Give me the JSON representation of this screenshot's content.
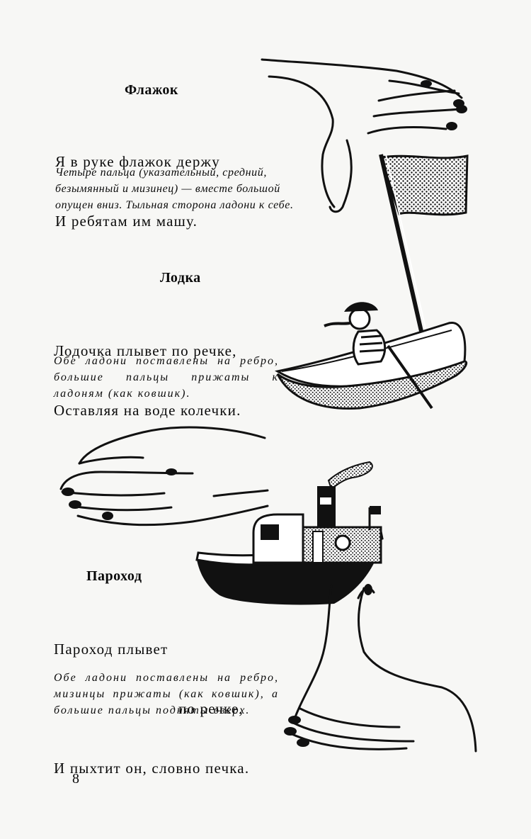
{
  "sections": [
    {
      "title": "Флажок",
      "verse": [
        "Я в руке флажок держу",
        "И ребятам им машу."
      ],
      "instruction": "Четыре пальца (указательный, средний, безымянный и мизинец) — вместе большой опущен вниз. Тыльная сторона ладони к себе."
    },
    {
      "title": "Лодка",
      "verse": [
        "Лодочка плывет по речке,",
        "Оставляя на воде колечки."
      ],
      "instruction": "Обе ладони поставлены на ребро, большие пальцы прижаты к ладоням (как ковшик)."
    },
    {
      "title": "Пароход",
      "verse": [
        "Пароход плывет",
        "по речке,",
        "И пыхтит он, словно печка."
      ],
      "instruction": "Обе ладони поставлены на ребро, мизинцы прижаты (как ковшик), а большие пальцы подняты вверх."
    }
  ],
  "page_number": "8",
  "illustrations": {
    "flag_hand": "hand-with-thumb-down-icon",
    "flag": "checkered-flag-icon",
    "boat": "rowboat-with-child-icon",
    "boat_hands": "cupped-hands-icon",
    "steamboat": "steamboat-icon",
    "steamboat_hands": "raised-thumb-hands-icon"
  }
}
